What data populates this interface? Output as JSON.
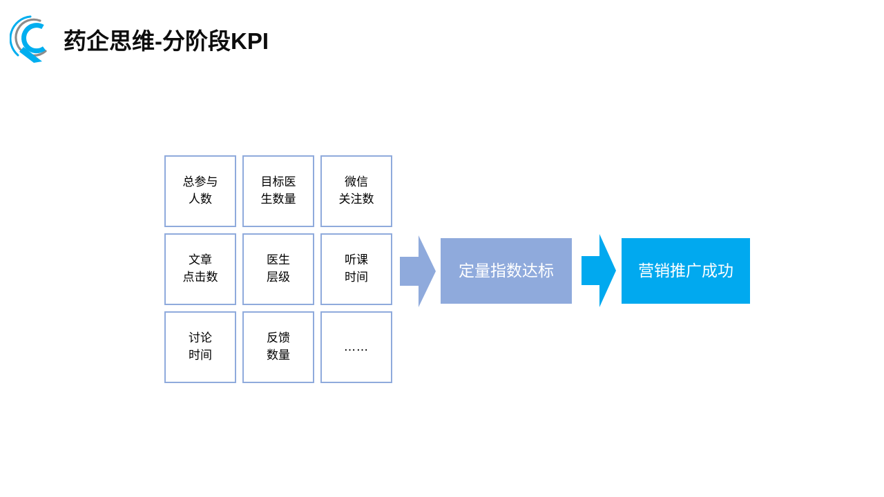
{
  "header": {
    "title": "药企思维-分阶段KPI",
    "logo_name": "circular-arc-logo",
    "logo_colors": {
      "cyan": "#00AEEF",
      "gray": "#8C8C8C"
    }
  },
  "kpi_grid": {
    "cells": [
      {
        "label": "总参与\n人数",
        "name": "kpi-cell-total-participants"
      },
      {
        "label": "目标医\n生数量",
        "name": "kpi-cell-target-doctors"
      },
      {
        "label": "微信\n关注数",
        "name": "kpi-cell-wechat-followers"
      },
      {
        "label": "文章\n点击数",
        "name": "kpi-cell-article-clicks"
      },
      {
        "label": "医生\n层级",
        "name": "kpi-cell-doctor-tier"
      },
      {
        "label": "听课\n时间",
        "name": "kpi-cell-lecture-time"
      },
      {
        "label": "讨论\n时间",
        "name": "kpi-cell-discussion-time"
      },
      {
        "label": "反馈\n数量",
        "name": "kpi-cell-feedback-count"
      },
      {
        "label": "……",
        "name": "kpi-cell-more"
      }
    ],
    "border_color": "#8FAADC"
  },
  "flow": {
    "arrow_1": {
      "name": "chevron-arrow-icon",
      "color": "#8FAADC"
    },
    "arrow_2": {
      "name": "chevron-arrow-icon",
      "color": "#01A9EF"
    },
    "outcomes": [
      {
        "label": "定量指数达标",
        "color": "#8FAADC"
      },
      {
        "label": "营销推广成功",
        "color": "#01A9EF"
      }
    ]
  }
}
